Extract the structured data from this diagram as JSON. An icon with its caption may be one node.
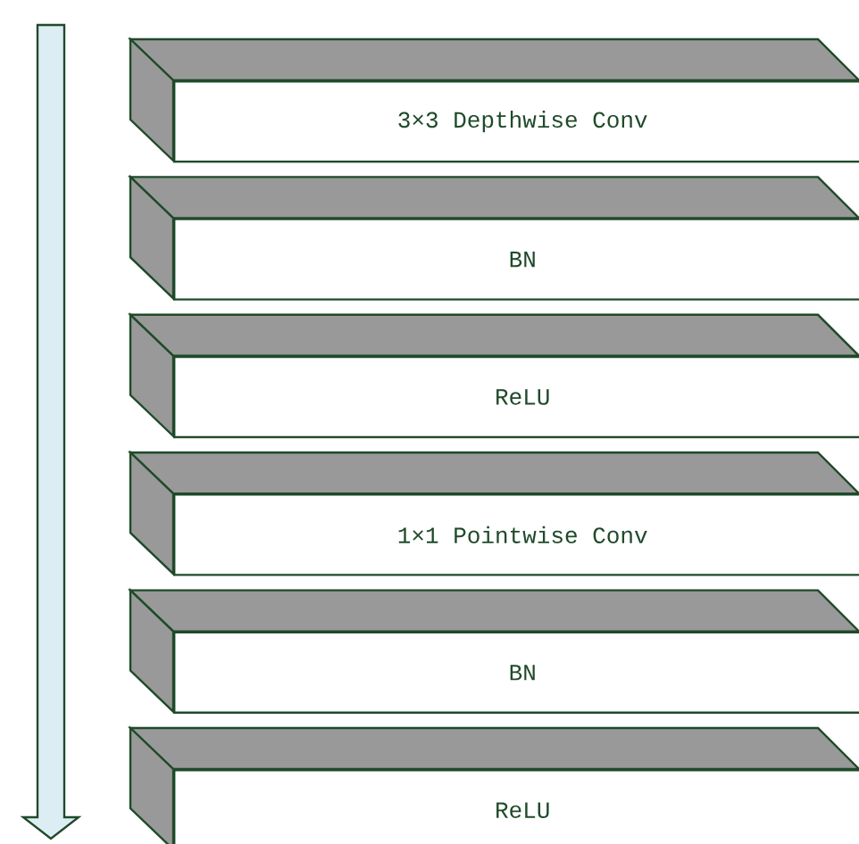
{
  "diagram": {
    "nodes": [
      {
        "text": [
          "3×3 Depthwise Conv"
        ]
      },
      {
        "text": [
          "BN"
        ]
      },
      {
        "text": [
          "ReLU"
        ]
      },
      {
        "text": [
          "1×1 Pointwise Conv"
        ]
      },
      {
        "text": [
          "BN"
        ]
      },
      {
        "text": [
          "ReLU"
        ]
      }
    ]
  }
}
